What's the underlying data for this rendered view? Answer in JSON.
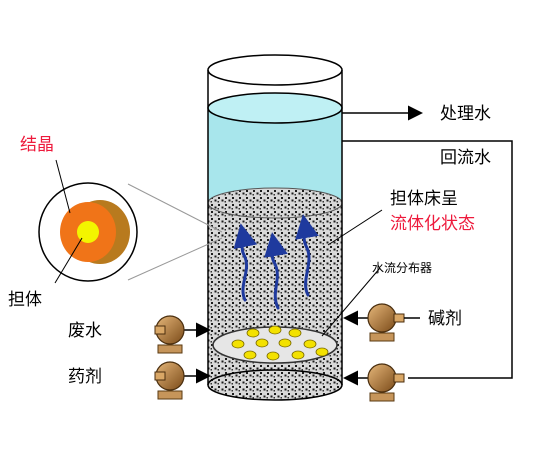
{
  "labels": {
    "crystal": "结晶",
    "carrier": "担体",
    "treated_water": "处理水",
    "return_water": "回流水",
    "bed_line1": "担体床呈",
    "bed_line2": "流体化状态",
    "distributor": "水流分布器",
    "waste_water": "废水",
    "chemical": "药剂",
    "alkali": "碱剂"
  },
  "colors": {
    "water": "#a8e6ec",
    "water_edge": "#7fc9d2",
    "bed_dots": "#202020",
    "crystal_outer": "#f07418",
    "crystal_side": "#b87a1e",
    "carrier_core": "#f3f500",
    "highlight_text": "#ee1a3c",
    "flow_arrow": "#1f3a9e",
    "pump_body": "#a56a2c",
    "nozzle_fill": "#f3e100"
  },
  "icons": [
    "pump-icon",
    "flow-arrow-icon",
    "crystal-particle-icon",
    "nozzle-icon"
  ]
}
